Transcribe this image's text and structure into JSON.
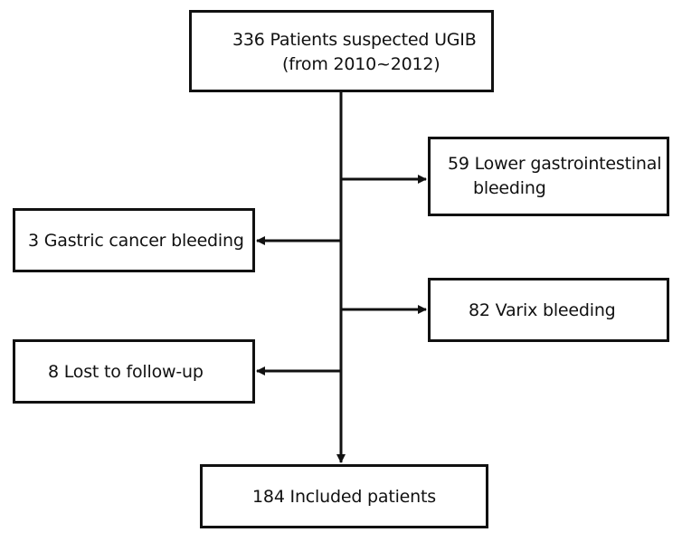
{
  "flowchart": {
    "start": {
      "line1": "336 Patients suspected UGIB",
      "line2": "(from 2010~2012)"
    },
    "lower_gi": {
      "line1": "59 Lower gastrointestinal",
      "line2": "bleeding"
    },
    "gastric_cancer": {
      "label": "3 Gastric cancer bleeding"
    },
    "varix": {
      "label": "82 Varix bleeding"
    },
    "lost": {
      "label": "8 Lost to follow-up"
    },
    "included": {
      "label": "184 Included patients"
    }
  },
  "colors": {
    "line": "#111111",
    "background": "#ffffff"
  }
}
